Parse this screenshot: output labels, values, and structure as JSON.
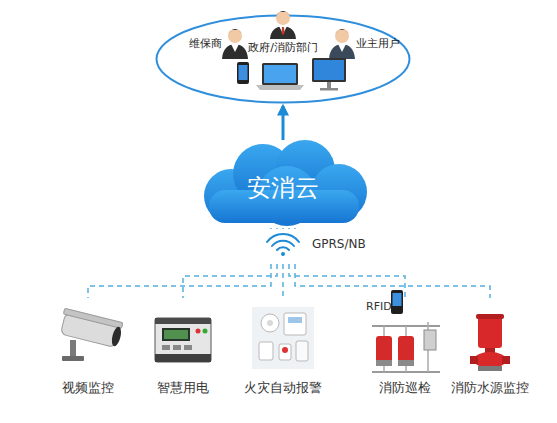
{
  "diagram": {
    "nodes": [
      {
        "text": [
          "维保商",
          "政府/消防部门",
          "业主用户"
        ]
      },
      {
        "text": [
          "安消云"
        ]
      },
      {
        "text": [
          "视频监控"
        ]
      },
      {
        "text": [
          "智慧用电"
        ]
      },
      {
        "text": [
          "火灾自动报警"
        ]
      },
      {
        "text": [
          "消防巡检"
        ]
      },
      {
        "text": [
          "消防水源监控"
        ]
      }
    ],
    "edges": [
      {
        "from": 1,
        "to": 0,
        "arrow": "to"
      },
      {
        "from": 1,
        "to": 2,
        "arrow": "none"
      },
      {
        "from": 1,
        "to": 3,
        "arrow": "none"
      },
      {
        "from": 1,
        "to": 4,
        "arrow": "none"
      },
      {
        "from": 1,
        "to": 5,
        "arrow": "none"
      },
      {
        "from": 1,
        "to": 6,
        "arrow": "none"
      }
    ],
    "labels": [
      "GPRS/NB",
      "RFID"
    ]
  }
}
